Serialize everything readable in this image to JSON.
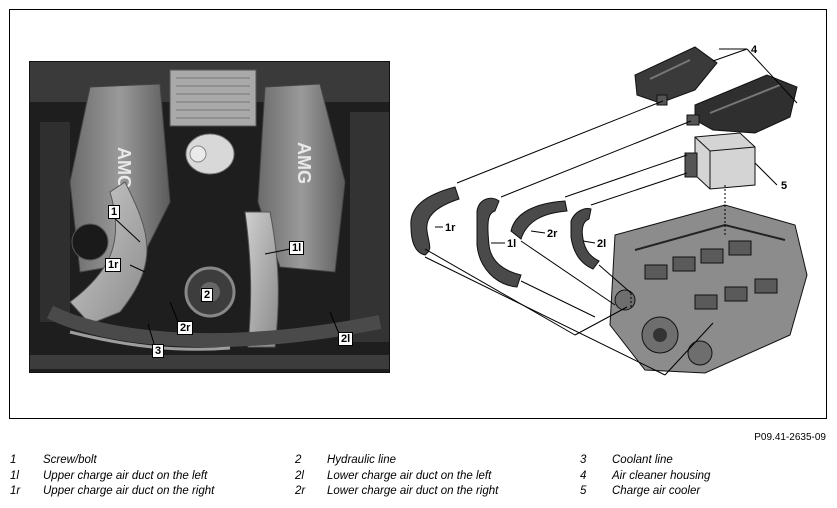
{
  "figure_id": "P09.41-2635-09",
  "photo_callouts": [
    "1",
    "1r",
    "2",
    "1l",
    "2r",
    "3",
    "2l"
  ],
  "diagram_callouts": [
    "4",
    "5",
    "1r",
    "1l",
    "2r",
    "2l"
  ],
  "engine_badge": "AMG",
  "legend": {
    "columns": [
      [
        {
          "num": "1",
          "text": "Screw/bolt"
        },
        {
          "num": "1l",
          "text": "Upper charge air duct on the left"
        },
        {
          "num": "1r",
          "text": "Upper charge air duct on the right"
        }
      ],
      [
        {
          "num": "2",
          "text": "Hydraulic line"
        },
        {
          "num": "2l",
          "text": "Lower charge air duct on the left"
        },
        {
          "num": "2r",
          "text": "Lower charge air duct on the right"
        }
      ],
      [
        {
          "num": "3",
          "text": "Coolant line"
        },
        {
          "num": "4",
          "text": "Air cleaner housing"
        },
        {
          "num": "5",
          "text": "Charge air cooler"
        }
      ]
    ]
  }
}
